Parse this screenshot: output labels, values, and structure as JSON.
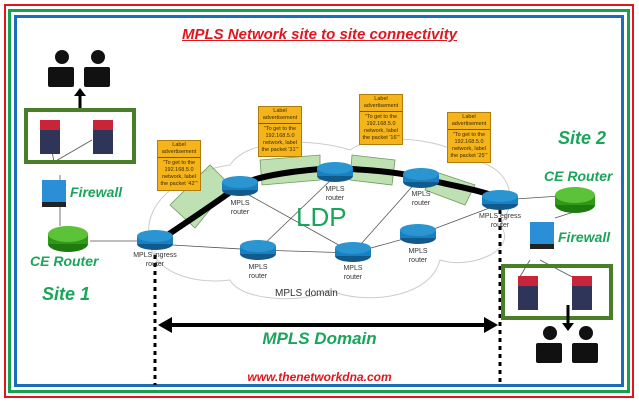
{
  "title": "MPLS Network site to site connectivity",
  "footer_url": "www.thenetworkdna.com",
  "domain_label": "MPLS Domain",
  "protocol_label": "LDP",
  "cloud_label": "MPLS domain",
  "site1": {
    "name": "Site 1",
    "firewall_label": "Firewall",
    "ce_router_label": "CE Router"
  },
  "site2": {
    "name": "Site 2",
    "firewall_label": "Firewall",
    "ce_router_label": "CE Router"
  },
  "routers": {
    "ingress": "MPLS ingress router",
    "egress": "MPLS egress router",
    "core": "MPLS router"
  },
  "label_advertisements": [
    {
      "header": "Label advertisement",
      "body": "\"To get to the 192.168.5.0 network, label the packet '42'\""
    },
    {
      "header": "Label advertisement",
      "body": "\"To get to the 192.168.5.0 network, label the packet '31'\""
    },
    {
      "header": "Label advertisement",
      "body": "\"To get to the 192.168.5.0 network, label the packet '16'\""
    },
    {
      "header": "Label advertisement",
      "body": "\"To get to the 192.168.5.0 network, label the packet '25'\""
    }
  ],
  "colors": {
    "accent_red": "#e0161e",
    "accent_green": "#1aa55a",
    "router_blue": "#1a7fc0",
    "ce_green": "#3aa020",
    "label_orange": "#f5b51a"
  }
}
